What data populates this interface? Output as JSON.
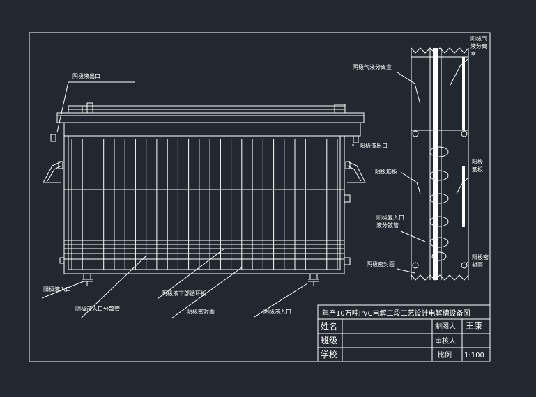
{
  "labels": {
    "cathode_outlet": "阴极液出口",
    "anode_outlet": "阳极液出口",
    "anode_inlet": "阳极液入口",
    "cathode_inlet_dist": "阴极液入口分散管",
    "cathode_down_circ": "阴极液下部循环板",
    "cathode_seal": "阴极密封面",
    "cathode_inlet": "阴极液入口",
    "cathode_gas_sep": "阴极气液分离室",
    "anode_gas_sep": "阳极气液分离室",
    "cathode_plate": "阴极筋板",
    "anode_return_dist_1": "阳极复入口",
    "anode_return_dist_2": "液分散管",
    "cathode_seal_face": "阴极密封面",
    "anode_plate": "阳极筋板",
    "anode_seal": "阳极密封面"
  },
  "title_block": {
    "title": "年产10万吨PVC电解工段工艺设计电解槽设备图",
    "name_label": "姓名",
    "class_label": "班级",
    "school_label": "学校",
    "drawer_label": "制图人",
    "drawer_value": "王康",
    "reviewer_label": "审核人",
    "scale_label": "比例",
    "scale_value": "1:100"
  },
  "colors": {
    "background": "#212830",
    "line": "#ffffff"
  }
}
